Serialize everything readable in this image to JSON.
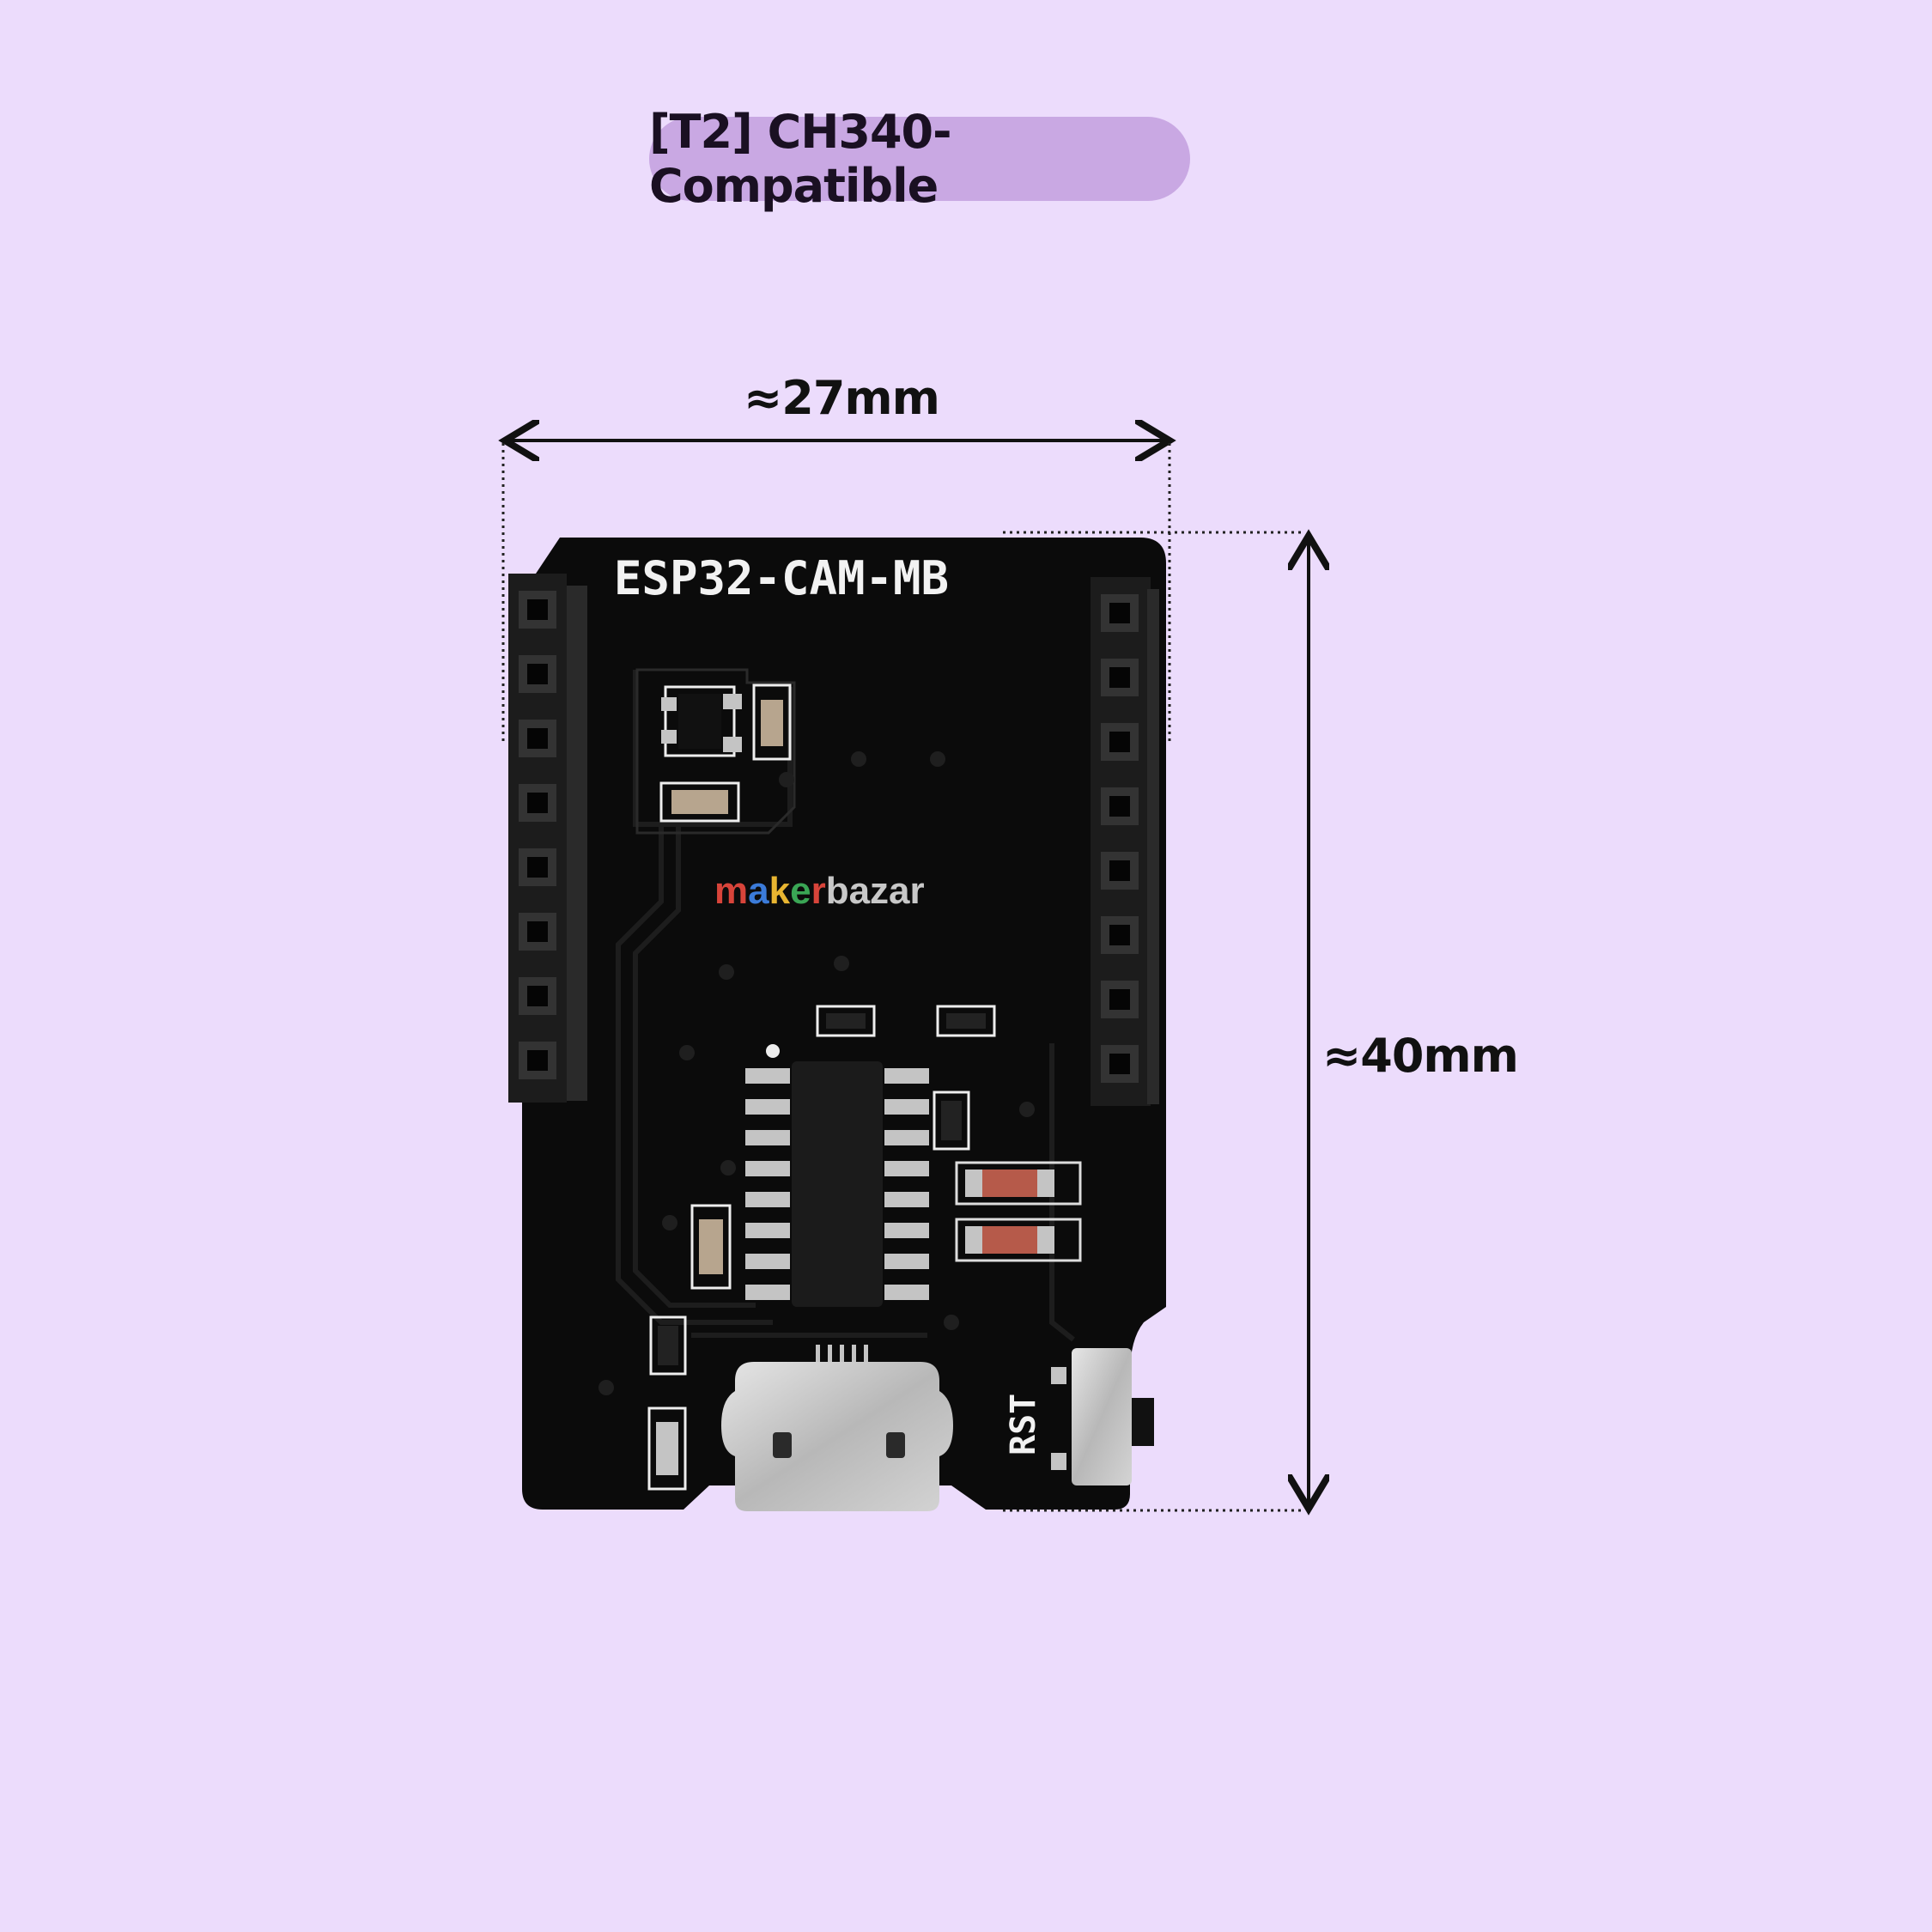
{
  "variant_label": "[T2] CH340-Compatible",
  "dimensions": {
    "width_label": "≈27mm",
    "height_label": "≈40mm"
  },
  "board": {
    "silkscreen_title": "ESP32-CAM-MB",
    "reset_label": "RST",
    "brand_logo": {
      "parts": [
        "m",
        "a",
        "k",
        "e",
        "r",
        "bazar"
      ],
      "colors": [
        "#d8443a",
        "#3b7bd9",
        "#e8b531",
        "#3aa655",
        "#d8443a",
        "#c8c8c8"
      ]
    },
    "pcb_color": "#0b0b0b",
    "metal_color": "#bdbdbd"
  },
  "colors": {
    "background": "#ecdcfc",
    "pill": "#c9a8e3"
  }
}
